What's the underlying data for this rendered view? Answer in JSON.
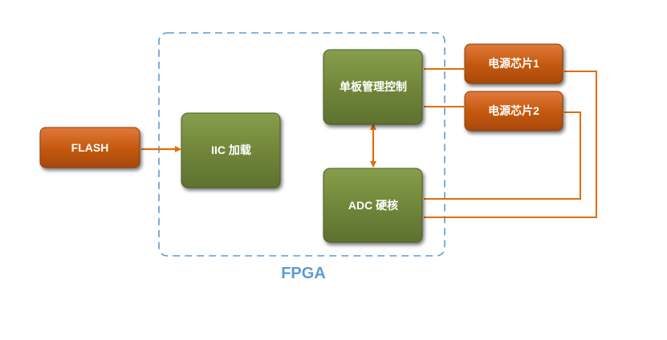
{
  "diagram": {
    "fpga_label": "FPGA",
    "blocks": {
      "flash": "FLASH",
      "iic": "IIC 加载",
      "board_mgmt": "单板管理控制",
      "adc": "ADC 硬核",
      "power1": "电源芯片1",
      "power2": "电源芯片2"
    },
    "colors": {
      "orange_fill": "#C55A11",
      "green_fill": "#71863A",
      "connector": "#E36C09",
      "fpga_border": "#5B9BD5",
      "fpga_label": "#5B9BD5"
    }
  }
}
